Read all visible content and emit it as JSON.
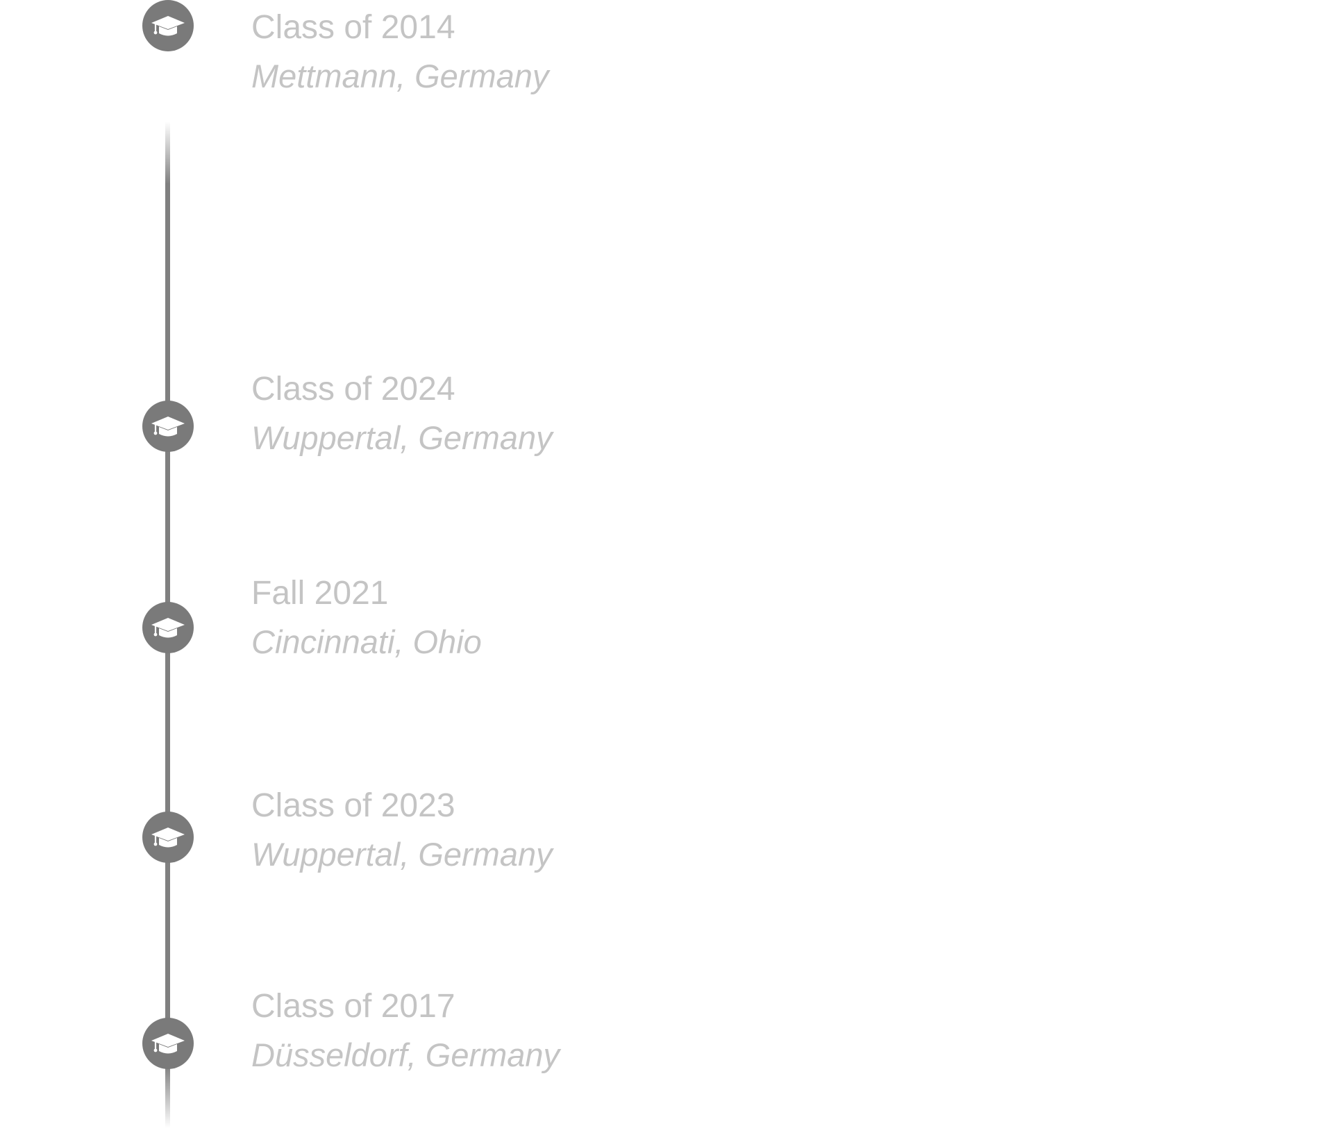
{
  "timeline": {
    "line_color": "#808080",
    "marker_color": "#7a7a7a",
    "text_color": "#c4c4c4",
    "entries": [
      {
        "title": "Class of 2024",
        "location": "Wuppertal, Germany",
        "icon": "graduation-cap-icon"
      },
      {
        "title": "Fall 2021",
        "location": "Cincinnati, Ohio",
        "icon": "graduation-cap-icon"
      },
      {
        "title": "Class of 2023",
        "location": "Wuppertal, Germany",
        "icon": "graduation-cap-icon"
      },
      {
        "title": "Class of 2017",
        "location": "Düsseldorf, Germany",
        "icon": "graduation-cap-icon"
      },
      {
        "title": "Class of 2014",
        "location": "Mettmann, Germany",
        "icon": "graduation-cap-icon"
      }
    ]
  }
}
